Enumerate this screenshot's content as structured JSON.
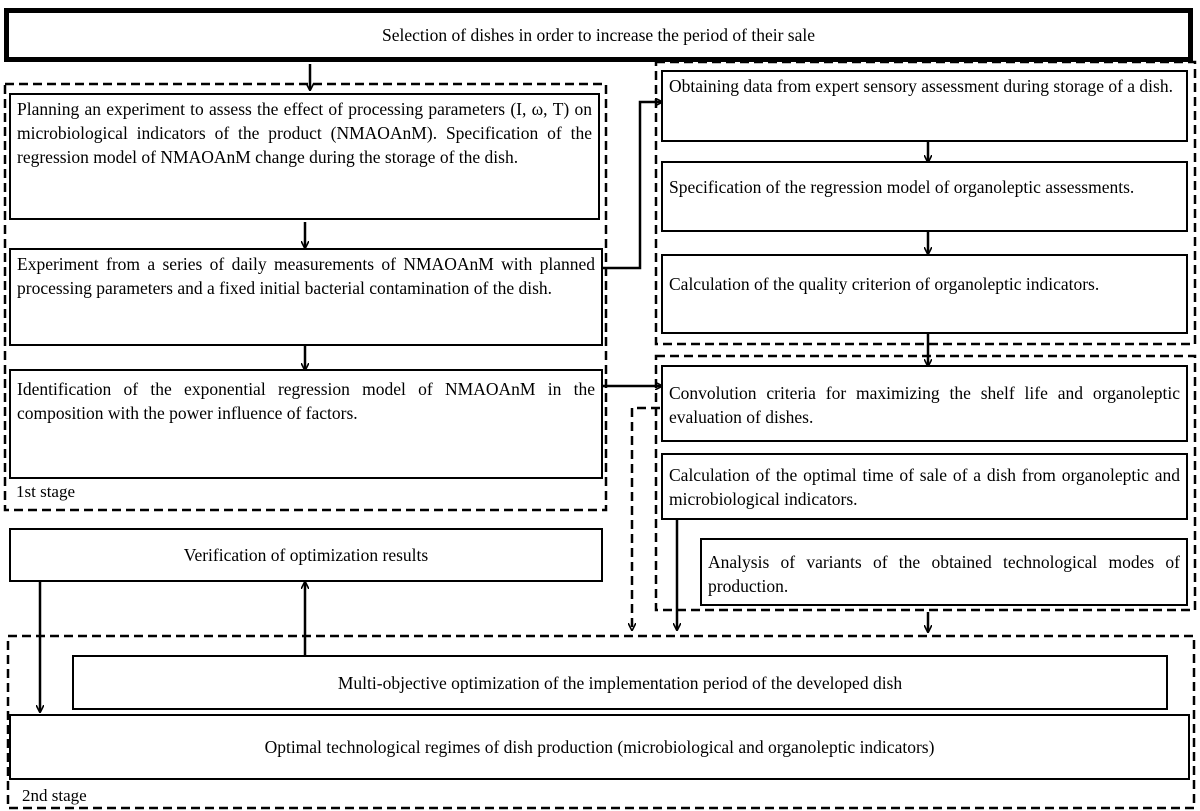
{
  "top": {
    "title": "Selection of dishes in order to increase the period of their sale"
  },
  "stage1": {
    "label": "1st stage",
    "planning": "Planning an experiment to assess the effect of processing parameters (I, ω, T) on microbiological indicators of the product (NMAOAnM). Specification of the regression model of NMAOAnM change during the storage of the dish.",
    "experiment": "Experiment from a series of daily measurements of NMAOAnM with planned processing parameters and a fixed initial bacterial contamination of the dish.",
    "identification": "Identification of the exponential regression model of NMAOAnM in the composition with the power influence of factors."
  },
  "sensory": {
    "obtaining": "Obtaining data from expert sensory assessment during storage of a dish.",
    "specification": "Specification of the regression model of organoleptic assessments.",
    "criterion": "Calculation of the quality criterion of organoleptic indicators."
  },
  "right": {
    "convolution": "Convolution criteria for maximizing the shelf life and organoleptic evaluation of dishes.",
    "optimal_time": "Calculation of the optimal time of sale of a dish from organoleptic and microbiological indicators.",
    "analysis": "Analysis of variants of the obtained technological modes of production."
  },
  "verification": {
    "label": "Verification of optimization results"
  },
  "stage2": {
    "label": "2nd stage",
    "multi": "Multi-objective optimization of the implementation period of the developed dish",
    "optimal_regimes": "Optimal technological regimes of dish production (microbiological and organoleptic indicators)"
  }
}
